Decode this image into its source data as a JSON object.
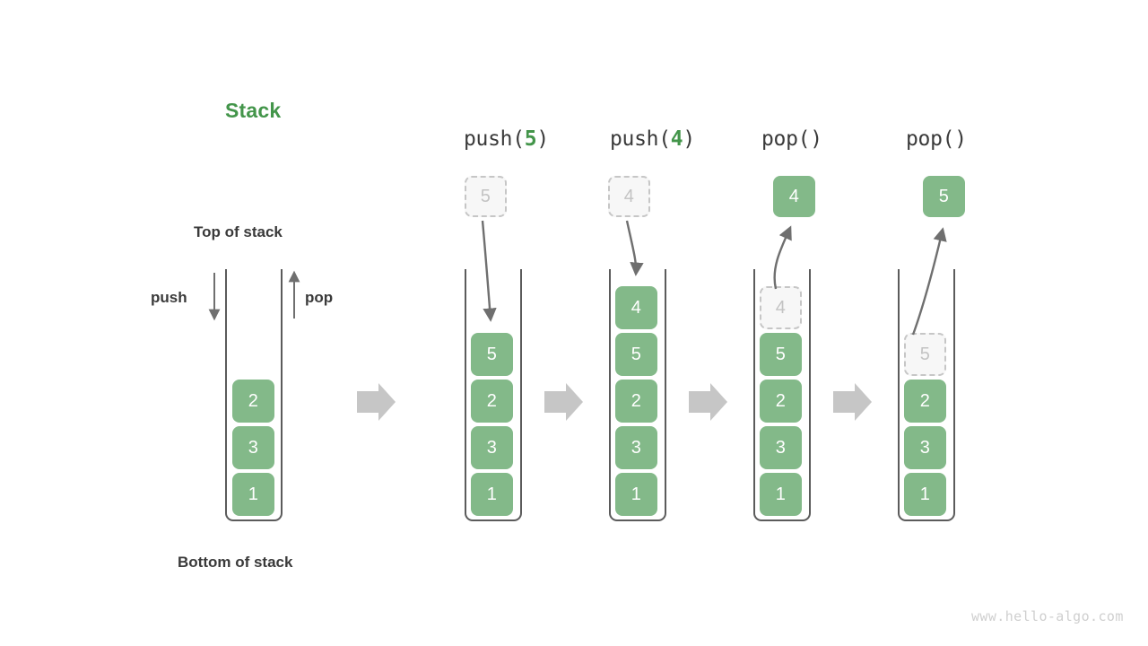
{
  "diagram": {
    "title": "Stack",
    "watermark": "www.hello-algo.com",
    "labels": {
      "top_of_stack": "Top of stack",
      "bottom_of_stack": "Bottom of stack",
      "push": "push",
      "pop": "pop"
    },
    "colors": {
      "accent_green": "#43954a",
      "cell_green": "#83b989",
      "ghost_fill": "#f7f7f7",
      "ghost_border": "#c6c6c6",
      "ghost_text": "#c3c3c3",
      "outline": "#5b5b5b",
      "arrow_gray": "#6f6f6f",
      "fat_arrow_gray": "#c6c6c6",
      "text_dark": "#3a3a3a",
      "watermark_gray": "#cfcfcf",
      "background": "#ffffff"
    },
    "stages": [
      {
        "id": "initial",
        "header": null,
        "header_op": null,
        "header_arg": null,
        "floating_cell": null,
        "cells": [
          {
            "value": "2",
            "state": "filled"
          },
          {
            "value": "3",
            "state": "filled"
          },
          {
            "value": "1",
            "state": "filled"
          }
        ]
      },
      {
        "id": "push-5",
        "header": "push(5)",
        "header_op": "push(",
        "header_arg": "5",
        "header_close": ")",
        "floating_cell": {
          "value": "5",
          "state": "ghost",
          "position": "above"
        },
        "arrow_direction": "down",
        "cells": [
          {
            "value": "5",
            "state": "filled"
          },
          {
            "value": "2",
            "state": "filled"
          },
          {
            "value": "3",
            "state": "filled"
          },
          {
            "value": "1",
            "state": "filled"
          }
        ]
      },
      {
        "id": "push-4",
        "header": "push(4)",
        "header_op": "push(",
        "header_arg": "4",
        "header_close": ")",
        "floating_cell": {
          "value": "4",
          "state": "ghost",
          "position": "above"
        },
        "arrow_direction": "down",
        "cells": [
          {
            "value": "4",
            "state": "filled"
          },
          {
            "value": "5",
            "state": "filled"
          },
          {
            "value": "2",
            "state": "filled"
          },
          {
            "value": "3",
            "state": "filled"
          },
          {
            "value": "1",
            "state": "filled"
          }
        ]
      },
      {
        "id": "pop-1",
        "header": "pop()",
        "header_op": "pop(",
        "header_arg": "",
        "header_close": ")",
        "floating_cell": {
          "value": "4",
          "state": "filled",
          "position": "above"
        },
        "arrow_direction": "up",
        "cells": [
          {
            "value": "4",
            "state": "ghost"
          },
          {
            "value": "5",
            "state": "filled"
          },
          {
            "value": "2",
            "state": "filled"
          },
          {
            "value": "3",
            "state": "filled"
          },
          {
            "value": "1",
            "state": "filled"
          }
        ]
      },
      {
        "id": "pop-2",
        "header": "pop()",
        "header_op": "pop(",
        "header_arg": "",
        "header_close": ")",
        "floating_cell": {
          "value": "5",
          "state": "filled",
          "position": "above"
        },
        "arrow_direction": "up",
        "cells": [
          {
            "value": "5",
            "state": "ghost"
          },
          {
            "value": "2",
            "state": "filled"
          },
          {
            "value": "3",
            "state": "filled"
          },
          {
            "value": "1",
            "state": "filled"
          }
        ]
      }
    ],
    "transition_arrows": 4
  }
}
